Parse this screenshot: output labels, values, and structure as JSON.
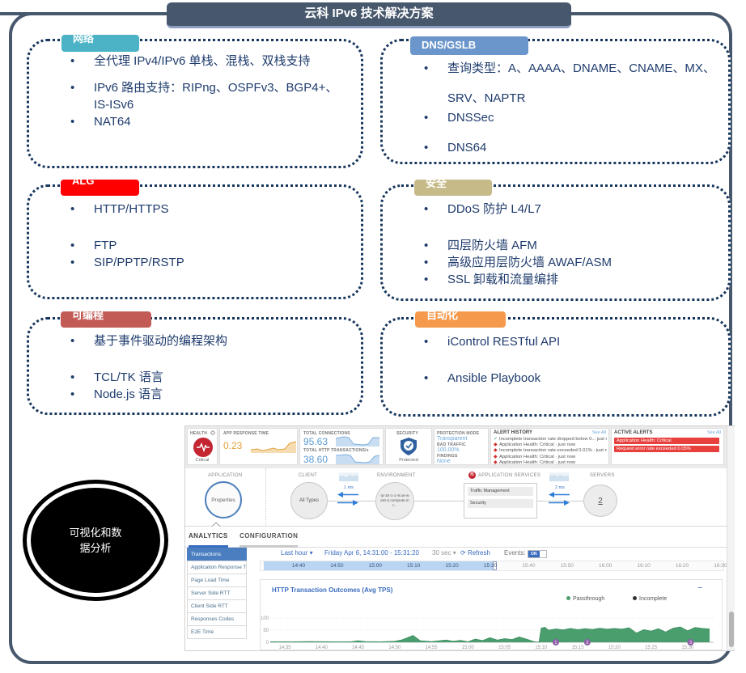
{
  "title": "云科 IPv6 技术解决方案",
  "boxes": [
    {
      "label": "网络",
      "color": "#4cb3c6",
      "bullets": [
        "全代理 IPv4/IPv6 单栈、混栈、双栈支持",
        "IPv6 路由支持：RIPng、OSPFv3、BGP4+、IS-ISv6",
        "NAT64"
      ]
    },
    {
      "label": "DNS/GSLB",
      "color": "#6b96cb",
      "bullets": [
        "查询类型：A、AAAA、DNAME、CNAME、MX、SRV、NAPTR",
        "DNSSec",
        "DNS64"
      ]
    },
    {
      "label": "ALG",
      "color": "#fe0000",
      "bullets": [
        "HTTP/HTTPS",
        "FTP",
        "SIP/PPTP/RSTP"
      ]
    },
    {
      "label": "安全",
      "color": "#c6ba88",
      "bullets": [
        "DDoS 防护 L4/L7",
        "四层防火墙 AFM",
        "高级应用层防火墙 AWAF/ASM",
        "SSL 卸载和流量编排"
      ]
    },
    {
      "label": "可编程",
      "color": "#c25b56",
      "bullets": [
        "基于事件驱动的编程架构",
        "TCL/TK 语言",
        "Node.js 语言"
      ]
    },
    {
      "label": "自动化",
      "color": "#f59a4d",
      "bullets": [
        "iControl RESTful API",
        "Ansible Playbook"
      ]
    }
  ],
  "ellipse": {
    "line1": "可视化和数",
    "line2": "据分析"
  },
  "dashboard": {
    "health": {
      "label": "HEALTH",
      "status": "Critical"
    },
    "app_response_time": {
      "label": "APP RESPONSE TIME",
      "value": "0.23"
    },
    "total_connections": {
      "label": "TOTAL CONNECTIONS",
      "value": "95.63"
    },
    "total_http": {
      "label": "TOTAL HTTP TRANSACTIONS/s",
      "value": "38.60"
    },
    "security": {
      "label": "SECURITY",
      "status": "Protected"
    },
    "protection": {
      "label": "PROTECTION MODE",
      "mode": "Transparent",
      "bad_traffic_label": "BAD TRAFFIC",
      "bad_traffic": "100.00%",
      "findings_label": "FINDINGS",
      "findings": "None"
    },
    "alert_history": {
      "title": "ALERT HISTORY",
      "see_all": "See All",
      "items": [
        {
          "icon": "ok",
          "text": "Incomplete transaction rate dropped below 0... just now"
        },
        {
          "icon": "bad",
          "text": "Application Health: Critical · just now"
        },
        {
          "icon": "bad",
          "text": "Incomplete transaction rate exceeded 0.01% · just now"
        },
        {
          "icon": "bad",
          "text": "Application Health: Critical · just now"
        },
        {
          "icon": "bad",
          "text": "Application Health: Critical · just now"
        }
      ]
    },
    "active_alerts": {
      "title": "ACTIVE ALERTS",
      "see_all": "See All",
      "items": [
        "Application Health: Critical",
        "Request error rate exceeded 0.05%"
      ]
    },
    "topology": {
      "application_label": "APPLICATION",
      "properties": "Properties",
      "client_label": "CLIENT",
      "client": "All Types",
      "latency1": "1 ms",
      "environment_label": "ENVIRONMENT",
      "environment": "ip-10-1-1-9.us-west-2.compute.int...",
      "services_label": "APPLICATION SERVICES",
      "services": [
        "Traffic Management",
        "Security"
      ],
      "latency2": "2 ms",
      "servers_label": "SERVERS",
      "servers": "2"
    },
    "tabs": {
      "analytics": "ANALYTICS",
      "configuration": "CONFIGURATION"
    },
    "sidebar": [
      "Transactions",
      "Application Response Time",
      "Page Load Time",
      "Server Side RTT",
      "Client Side RTT",
      "Responses Codes",
      "E2E Time"
    ],
    "toolbar": {
      "range": "Last hour",
      "date": "Friday Apr 6, 14:31:00 - 15:31:20",
      "interval": "30 sec",
      "refresh": "Refresh",
      "events_label": "Events:",
      "events_state": "ON"
    },
    "ruler_ticks": [
      "14:40",
      "14:50",
      "15:00",
      "15:10",
      "15:20",
      "15:30",
      "15:40",
      "15:50",
      "16:00",
      "16:10",
      "16:20",
      "16:30"
    ]
  },
  "chart_data": {
    "type": "area",
    "title": "HTTP Transaction Outcomes (Avg TPS)",
    "legend": [
      {
        "name": "Passthrough",
        "color": "#4a9e6e"
      },
      {
        "name": "Incomplete",
        "color": "#333333"
      }
    ],
    "x_start": "14:31",
    "x_ticks": [
      "14:35",
      "14:40",
      "14:45",
      "14:50",
      "14:55",
      "15:00",
      "15:05",
      "15:10",
      "15:15",
      "15:20",
      "15:25",
      "15:30"
    ],
    "yticks": [
      0,
      50,
      100
    ],
    "ylim": [
      0,
      100
    ],
    "series": [
      {
        "name": "Passthrough",
        "color": "#4a9e6e",
        "points": [
          [
            2,
            2
          ],
          [
            5,
            2
          ],
          [
            8,
            3
          ],
          [
            11,
            2
          ],
          [
            13,
            2
          ],
          [
            14,
            6
          ],
          [
            15,
            3
          ],
          [
            17,
            2
          ],
          [
            19,
            4
          ],
          [
            20,
            10
          ],
          [
            21.5,
            28
          ],
          [
            22.5,
            6
          ],
          [
            24,
            3
          ],
          [
            26,
            9
          ],
          [
            27,
            4
          ],
          [
            28,
            8
          ],
          [
            29,
            2
          ],
          [
            30,
            13
          ],
          [
            31,
            7
          ],
          [
            32,
            19
          ],
          [
            33,
            9
          ],
          [
            34,
            15
          ],
          [
            35,
            11
          ],
          [
            36,
            22
          ],
          [
            37,
            13
          ],
          [
            38,
            3
          ],
          [
            38.7,
            0
          ],
          [
            39,
            58
          ],
          [
            39.5,
            62
          ],
          [
            40,
            50
          ],
          [
            41,
            55
          ],
          [
            42,
            51
          ],
          [
            43,
            57
          ],
          [
            44,
            52
          ],
          [
            45,
            56
          ],
          [
            46,
            53
          ],
          [
            47,
            58
          ],
          [
            48,
            54
          ],
          [
            49,
            57
          ],
          [
            50,
            54
          ],
          [
            51,
            60
          ],
          [
            52,
            38
          ],
          [
            53,
            52
          ],
          [
            54,
            46
          ],
          [
            55,
            56
          ],
          [
            56,
            42
          ],
          [
            57,
            58
          ],
          [
            58,
            63
          ],
          [
            59,
            47
          ],
          [
            60,
            61
          ],
          [
            61,
            57
          ],
          [
            62,
            55
          ]
        ]
      },
      {
        "name": "Incomplete",
        "color": "#333333",
        "points": [
          [
            2,
            0
          ],
          [
            62,
            0
          ]
        ]
      }
    ],
    "events": [
      {
        "label": "1",
        "t": 41
      },
      {
        "label": "2",
        "t": 45.3
      },
      {
        "label": "3",
        "t": 59.4
      }
    ]
  }
}
